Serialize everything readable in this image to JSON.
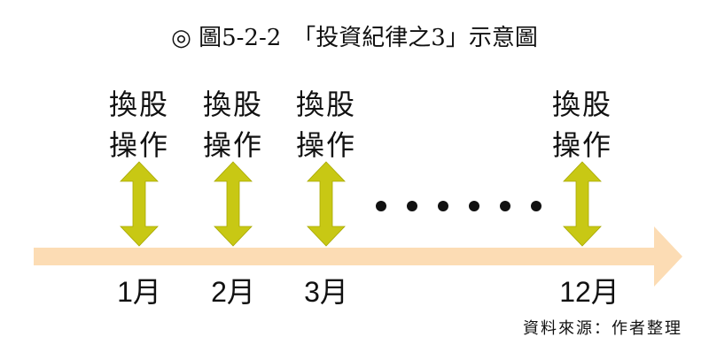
{
  "title": "◎ 圖5-2-2　「投資紀律之3」示意圖",
  "operation_label": [
    "換股",
    "操作"
  ],
  "columns": [
    {
      "month": "1月"
    },
    {
      "month": "2月"
    },
    {
      "month": "3月"
    },
    {
      "month": "12月"
    }
  ],
  "ellipsis_dots": 6,
  "source": "資料來源：作者整理",
  "colors": {
    "arrow": "#c8c814",
    "timeline": "#fcdcb4",
    "text": "#111111"
  }
}
